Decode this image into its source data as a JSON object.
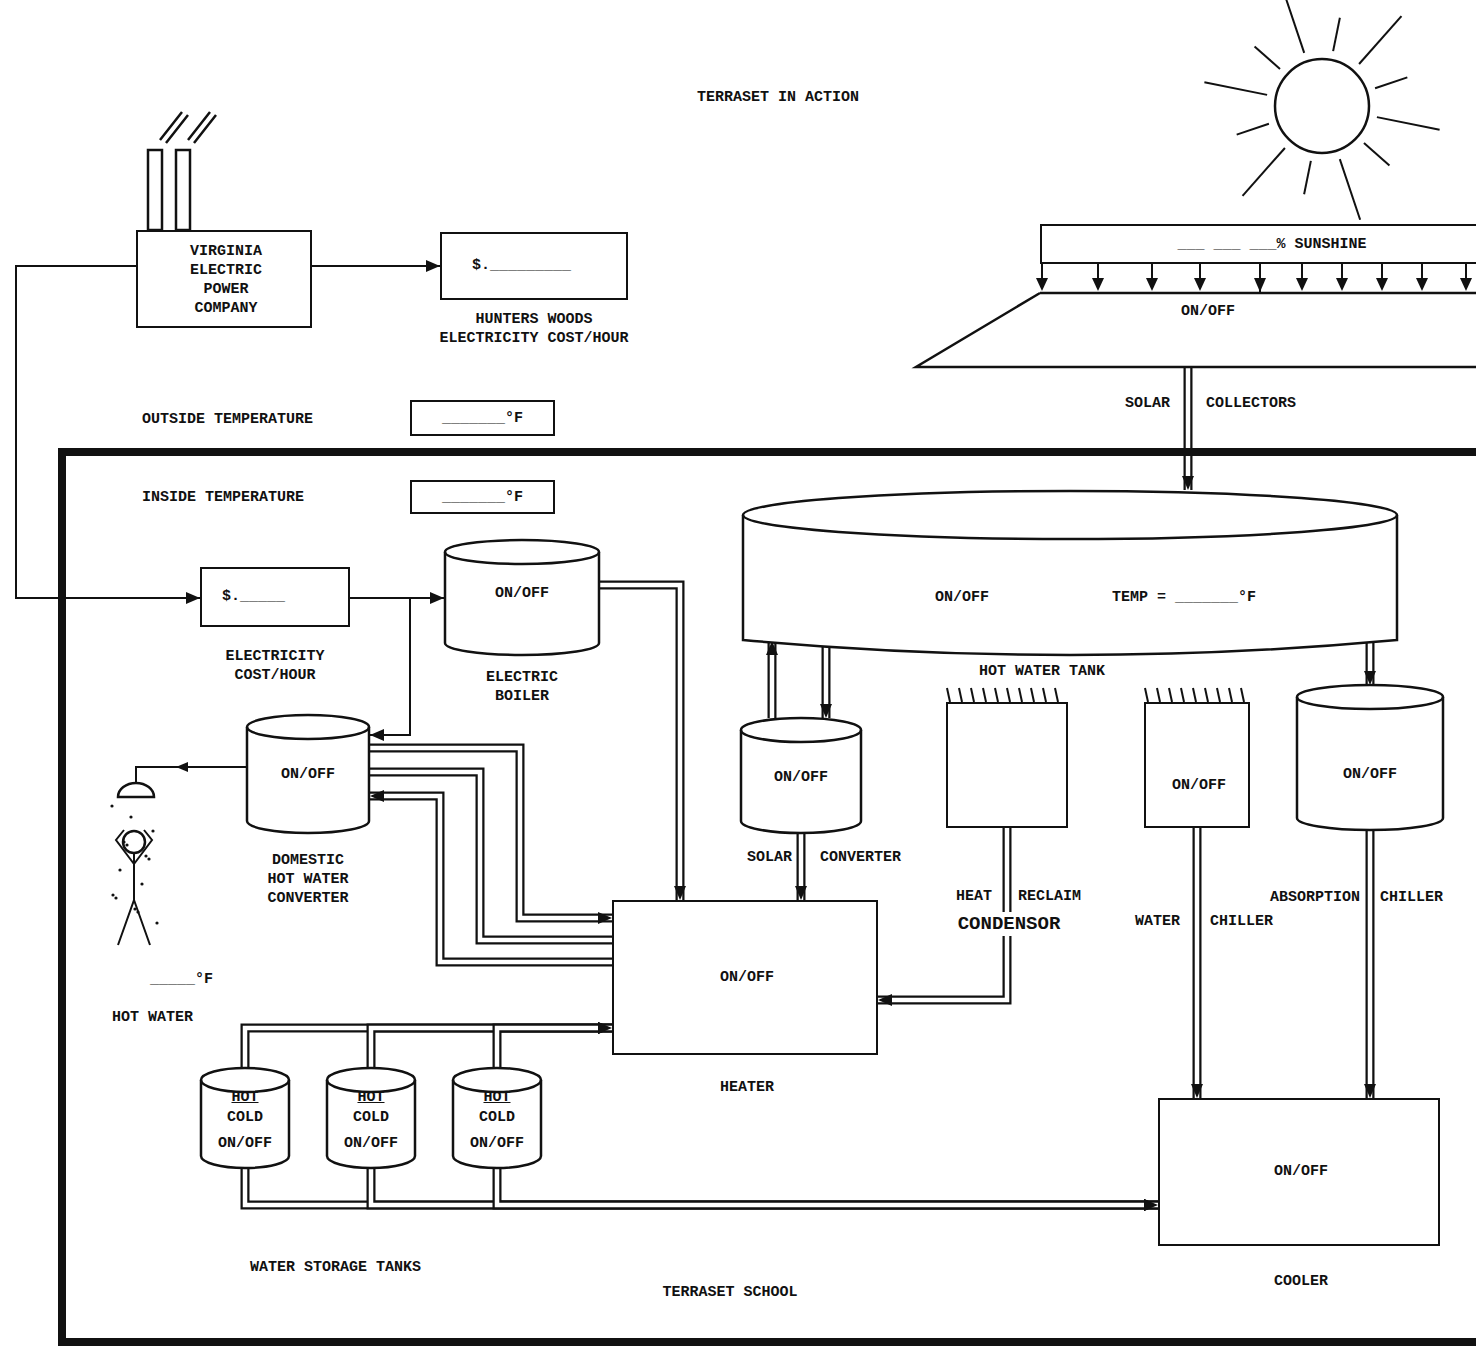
{
  "diagram": {
    "title": "TERRASET IN ACTION",
    "nodes": [
      {
        "text": [
          "VIRGINIA ELECTRIC POWER COMPANY"
        ]
      },
      {
        "text": [
          "$._________",
          "HUNTERS WOODS ELECTRICITY COST/HOUR"
        ]
      },
      {
        "text": [
          "___ ___ ___% SUNSHINE"
        ]
      },
      {
        "text": [
          "ON/OFF",
          "SOLAR",
          "COLLECTORS"
        ]
      },
      {
        "text": [
          "_______°F",
          "OUTSIDE TEMPERATURE"
        ]
      },
      {
        "text": [
          "TERRASET SCHOOL"
        ]
      },
      {
        "text": [
          "_______°F",
          "INSIDE TEMPERATURE"
        ],
        "in": 5
      },
      {
        "text": [
          "$._____",
          "ELECTRICITY COST/HOUR"
        ],
        "in": 5
      },
      {
        "text": [
          "ON/OFF",
          "ELECTRIC BOILER"
        ],
        "in": 5
      },
      {
        "text": [
          "ON/OFF",
          "TEMP = _______°F",
          "HOT WATER TANK"
        ],
        "in": 5
      },
      {
        "text": [
          "ON/OFF",
          "DOMESTIC HOT WATER CONVERTER"
        ],
        "in": 5
      },
      {
        "text": [
          "ON/OFF",
          "SOLAR",
          "CONVERTER"
        ],
        "in": 5
      },
      {
        "text": [
          "HEAT",
          "RECLAIM",
          "CONDENSOR"
        ],
        "in": 5
      },
      {
        "text": [
          "ON/OFF",
          "WATER",
          "CHILLER"
        ],
        "in": 5
      },
      {
        "text": [
          "ON/OFF",
          "ABSORPTION",
          "CHILLER"
        ],
        "in": 5
      },
      {
        "text": [
          "ON/OFF",
          "HEATER"
        ],
        "in": 5
      },
      {
        "text": [
          "HOT",
          "COLD",
          "ON/OFF"
        ],
        "in": 5
      },
      {
        "text": [
          "HOT",
          "COLD",
          "ON/OFF"
        ],
        "in": 5
      },
      {
        "text": [
          "HOT",
          "COLD",
          "ON/OFF"
        ],
        "in": 5
      },
      {
        "text": [
          "ON/OFF",
          "COOLER"
        ],
        "in": 5
      }
    ],
    "edges": [
      {
        "from": 0,
        "to": 1,
        "arrow": "to"
      },
      {
        "from": 0,
        "to": 7,
        "arrow": "to"
      },
      {
        "from": 7,
        "to": 8,
        "arrow": "to"
      },
      {
        "from": 7,
        "to": 10,
        "arrow": "to"
      },
      {
        "from": 2,
        "to": 3,
        "arrow": "to"
      },
      {
        "from": 3,
        "to": 9,
        "arrow": "to"
      },
      {
        "from": 11,
        "to": 9,
        "arrow": "to"
      },
      {
        "from": 9,
        "to": 11,
        "arrow": "to"
      },
      {
        "from": 9,
        "to": 14,
        "arrow": "to"
      },
      {
        "from": 8,
        "to": 15,
        "arrow": "to"
      },
      {
        "from": 11,
        "to": 15,
        "arrow": "to"
      },
      {
        "from": 12,
        "to": 15,
        "arrow": "to"
      },
      {
        "from": 13,
        "to": 19,
        "arrow": "to"
      },
      {
        "from": 14,
        "to": 19,
        "arrow": "to"
      },
      {
        "from": 10,
        "to": 15,
        "arrow": "to"
      },
      {
        "from": 10,
        "to": 15,
        "arrow": "none"
      },
      {
        "from": 15,
        "to": 10,
        "arrow": "to"
      },
      {
        "from": 16,
        "to": 15,
        "arrow": "to"
      },
      {
        "from": 17,
        "to": 15,
        "arrow": "to"
      },
      {
        "from": 18,
        "to": 15,
        "arrow": "to"
      },
      {
        "from": 16,
        "to": 19,
        "arrow": "to"
      },
      {
        "from": 17,
        "to": 19,
        "arrow": "to"
      },
      {
        "from": 18,
        "to": 19,
        "arrow": "to"
      }
    ],
    "labels": [
      "_____°F",
      "HOT WATER",
      "WATER STORAGE TANKS"
    ]
  }
}
